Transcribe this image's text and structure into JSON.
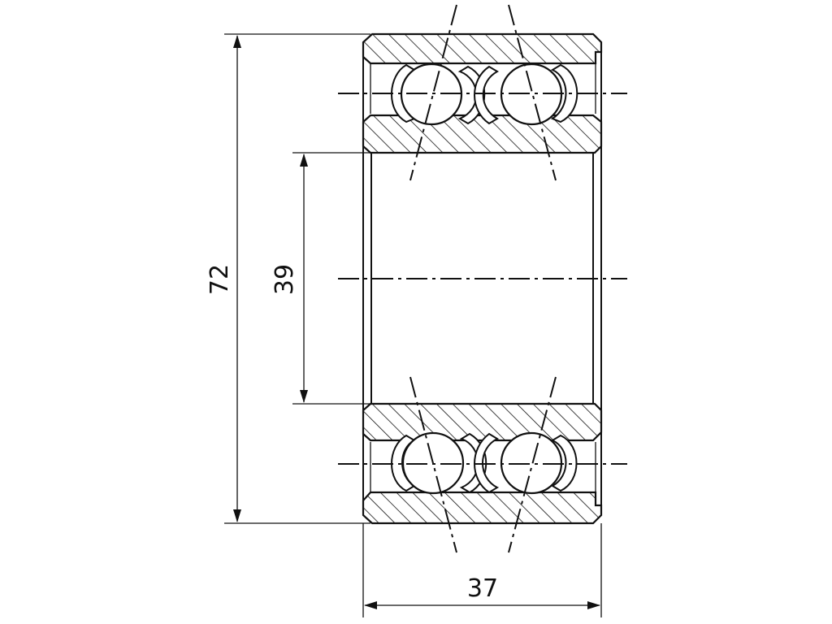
{
  "drawing": {
    "type": "double-row angular contact ball bearing cross-section",
    "colors": {
      "line": "#111111",
      "background": "#ffffff"
    },
    "dimensions": {
      "outer_diameter": {
        "label": "72",
        "value": 72,
        "unit": "mm"
      },
      "bore_diameter": {
        "label": "39",
        "value": 39,
        "unit": "mm"
      },
      "width": {
        "label": "37",
        "value": 37,
        "unit": "mm"
      }
    },
    "rows": 2,
    "balls_per_side": 2
  }
}
